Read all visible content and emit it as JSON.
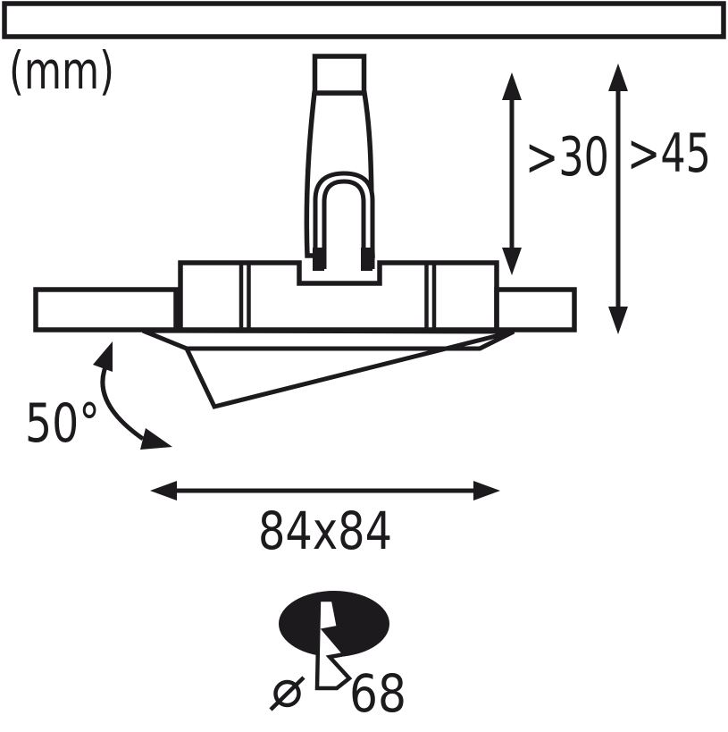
{
  "unit_label": "(mm)",
  "dimensions": {
    "clearance_above_housing": ">30",
    "recess_depth": ">45",
    "swivel_angle": "50°",
    "frame_size": "84x84",
    "cutout_diameter_value": "68"
  },
  "icons": {
    "cutout_hole": "black-ellipse-with-lightning-bolt",
    "diameter_symbol": "slashed-circle"
  },
  "colors": {
    "line": "#1d1a1e",
    "ceiling_panel_fill": "#c1c2c4",
    "ceiling_cut_edge_fill": "#5f6064",
    "background": "#ffffff"
  }
}
